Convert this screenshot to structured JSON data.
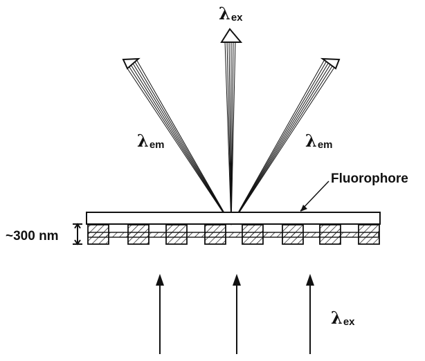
{
  "labels": {
    "excitation_top": {
      "symbol": "λ",
      "subscript": "ex"
    },
    "emission_left": {
      "symbol": "λ",
      "subscript": "em"
    },
    "emission_right": {
      "symbol": "λ",
      "subscript": "em"
    },
    "excitation_bottom": {
      "symbol": "λ",
      "subscript": "ex"
    },
    "fluorophore": "Fluorophore",
    "thickness": "~300 nm"
  },
  "colors": {
    "ink": "#111111",
    "background": "#ffffff"
  }
}
